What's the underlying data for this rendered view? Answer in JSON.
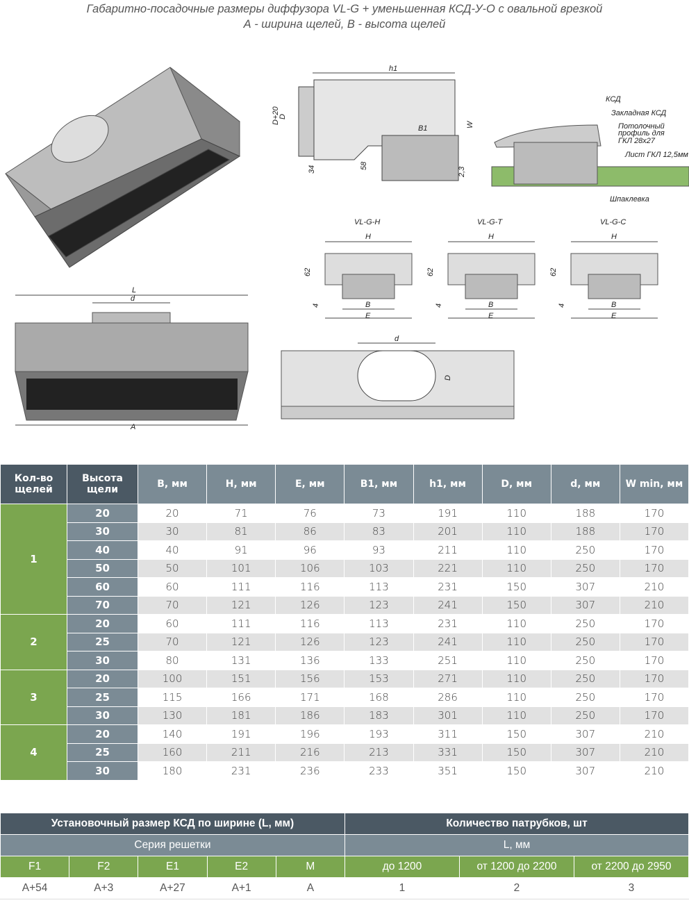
{
  "title": {
    "line1": "Габаритно-посадочные размеры диффузора VL-G + уменьшенная КСД-У-О с овальной врезкой",
    "line2": "А - ширина щелей, B - высота щелей"
  },
  "drawings": {
    "side": {
      "h1": "h1",
      "d20": "D+20",
      "d": "D",
      "w": "W",
      "b1": "B1",
      "d34": "34",
      "d58": "58",
      "d23": "2,3"
    },
    "install": {
      "ksd": "КСД",
      "embed": "Закладная КСД",
      "profile1": "Потолочный",
      "profile2": "профиль для",
      "profile3": "ГКЛ 28х27",
      "sheet": "Лист ГКЛ 12,5мм",
      "putty": "Шпаклевка"
    },
    "profiles": [
      {
        "name": "VL-G-H",
        "h": "H",
        "h62": "62",
        "four": "4",
        "b": "B",
        "e": "E"
      },
      {
        "name": "VL-G-T",
        "h": "H",
        "h62": "62",
        "four": "4",
        "b": "B",
        "e": "E"
      },
      {
        "name": "VL-G-C",
        "h": "H",
        "h62": "62",
        "four": "4",
        "b": "B",
        "e": "E"
      }
    ],
    "front": {
      "l": "L",
      "d": "d",
      "a": "A"
    },
    "top": {
      "d": "d",
      "D": "D"
    }
  },
  "table1": {
    "headers": [
      "Кол-во щелей",
      "Высота щели",
      "B, мм",
      "H, мм",
      "E, мм",
      "B1, мм",
      "h1, мм",
      "D, мм",
      "d, мм",
      "W min, мм"
    ],
    "groups": [
      {
        "count": "1",
        "rows": [
          [
            "20",
            "20",
            "71",
            "76",
            "73",
            "191",
            "110",
            "188",
            "170"
          ],
          [
            "30",
            "30",
            "81",
            "86",
            "83",
            "201",
            "110",
            "188",
            "170"
          ],
          [
            "40",
            "40",
            "91",
            "96",
            "93",
            "211",
            "110",
            "250",
            "170"
          ],
          [
            "50",
            "50",
            "101",
            "106",
            "103",
            "221",
            "110",
            "250",
            "170"
          ],
          [
            "60",
            "60",
            "111",
            "116",
            "113",
            "231",
            "150",
            "307",
            "210"
          ],
          [
            "70",
            "70",
            "121",
            "126",
            "123",
            "241",
            "150",
            "307",
            "210"
          ]
        ]
      },
      {
        "count": "2",
        "rows": [
          [
            "20",
            "60",
            "111",
            "116",
            "113",
            "231",
            "110",
            "250",
            "170"
          ],
          [
            "25",
            "70",
            "121",
            "126",
            "123",
            "241",
            "110",
            "250",
            "170"
          ],
          [
            "30",
            "80",
            "131",
            "136",
            "133",
            "251",
            "110",
            "250",
            "170"
          ]
        ]
      },
      {
        "count": "3",
        "rows": [
          [
            "20",
            "100",
            "151",
            "156",
            "153",
            "271",
            "110",
            "250",
            "170"
          ],
          [
            "25",
            "115",
            "166",
            "171",
            "168",
            "286",
            "110",
            "250",
            "170"
          ],
          [
            "30",
            "130",
            "181",
            "186",
            "183",
            "301",
            "110",
            "250",
            "170"
          ]
        ]
      },
      {
        "count": "4",
        "rows": [
          [
            "20",
            "140",
            "191",
            "196",
            "193",
            "311",
            "150",
            "307",
            "210"
          ],
          [
            "25",
            "160",
            "211",
            "216",
            "213",
            "331",
            "150",
            "307",
            "210"
          ],
          [
            "30",
            "180",
            "231",
            "236",
            "233",
            "351",
            "150",
            "307",
            "210"
          ]
        ]
      }
    ]
  },
  "table2": {
    "head_left": "Установочный размер КСД по ширине (L, мм)",
    "head_right": "Количество патрубков, шт",
    "sub_left": "Серия решетки",
    "sub_right": "L, мм",
    "series": [
      "F1",
      "F2",
      "E1",
      "E2",
      "M"
    ],
    "ranges": [
      "до 1200",
      "от 1200 до 2200",
      "от 2200 до 2950"
    ],
    "series_values": [
      "A+54",
      "A+3",
      "A+27",
      "A+1",
      "A"
    ],
    "range_values": [
      "1",
      "2",
      "3"
    ]
  },
  "colors": {
    "dark": "#4b5964",
    "mid": "#7b8b95",
    "green": "#7ba64f",
    "stripe": "#e1e1e1"
  }
}
